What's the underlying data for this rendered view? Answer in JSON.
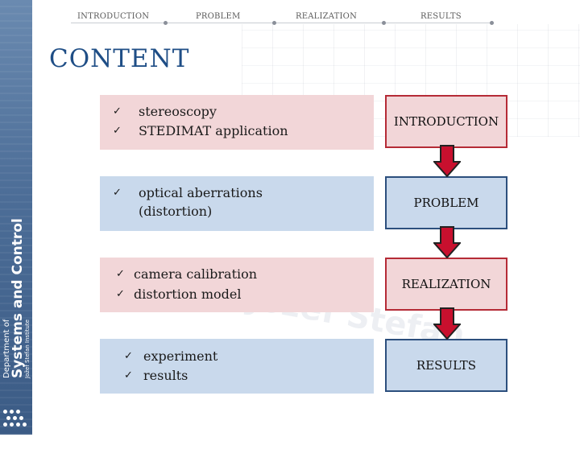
{
  "nav": {
    "items": [
      "INTRODUCTION",
      "PROBLEM",
      "REALIZATION",
      "RESULTS"
    ]
  },
  "title": "CONTENT",
  "sidebar": {
    "department": "Department of",
    "systems": "Systems and Control",
    "institute": "Jožef Stefan Institute"
  },
  "watermark": "Institut Jožef Stefan",
  "sections": [
    {
      "items": [
        "stereoscopy",
        "STEDIMAT application"
      ],
      "color": "#f2d6d8"
    },
    {
      "items": [
        "optical aberrations",
        "(distortion)"
      ],
      "color": "#c9d9ec"
    },
    {
      "items": [
        "camera calibration",
        "distortion model"
      ],
      "color": "#f2d6d8"
    },
    {
      "items": [
        "experiment",
        "results"
      ],
      "color": "#c9d9ec"
    }
  ],
  "flow": [
    {
      "label": "INTRODUCTION",
      "border": "#b52b36"
    },
    {
      "label": "PROBLEM",
      "border": "#2c4f7d"
    },
    {
      "label": "REALIZATION",
      "border": "#b52b36"
    },
    {
      "label": "RESULTS",
      "border": "#2c4f7d"
    }
  ],
  "colors": {
    "title": "#1f4e86",
    "arrow_fill": "#c8102e",
    "arrow_stroke": "#222222"
  },
  "icons": {
    "bullet": "check-icon",
    "connector": "arrow-down-icon"
  }
}
